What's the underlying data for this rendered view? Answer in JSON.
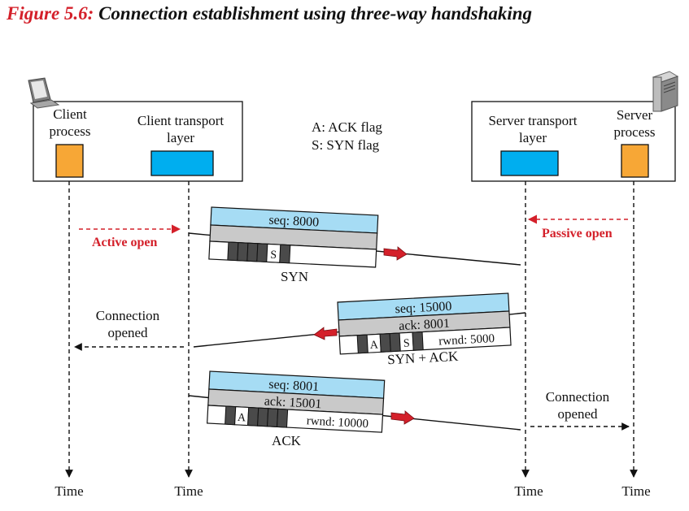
{
  "caption": {
    "figure_number": "Figure 5.6:",
    "title": "Connection establishment using three-way handshaking"
  },
  "client": {
    "process_label_line1": "Client",
    "process_label_line2": "process",
    "transport_label_line1": "Client transport",
    "transport_label_line2": "layer"
  },
  "server": {
    "transport_label_line1": "Server transport",
    "transport_label_line2": "layer",
    "process_label_line1": "Server",
    "process_label_line2": "process"
  },
  "legend": {
    "ack_flag": "A: ACK flag",
    "syn_flag": "S: SYN flag"
  },
  "events": {
    "active_open": "Active open",
    "passive_open": "Passive open",
    "client_opened_line1": "Connection",
    "client_opened_line2": "opened",
    "server_opened_line1": "Connection",
    "server_opened_line2": "opened"
  },
  "segments": {
    "syn": {
      "seq": "seq: 8000",
      "flag": "S",
      "name": "SYN"
    },
    "synack": {
      "seq": "seq: 15000",
      "ack": "ack: 8001",
      "flag_a": "A",
      "flag_s": "S",
      "rwnd": "rwnd: 5000",
      "name": "SYN + ACK"
    },
    "ack": {
      "seq": "seq: 8001",
      "ack": "ack: 15001",
      "flag_a": "A",
      "rwnd": "rwnd: 10000",
      "name": "ACK"
    }
  },
  "timeline": {
    "time_1": "Time",
    "time_2": "Time",
    "time_3": "Time",
    "time_4": "Time"
  },
  "colors": {
    "process_orange": "#f7a736",
    "transport_blue": "#00aeef",
    "header_blue": "#a6dcf4",
    "header_gray": "#c9c9c9",
    "flag_dark": "#4a4a4a",
    "accent_red": "#d4202a"
  }
}
